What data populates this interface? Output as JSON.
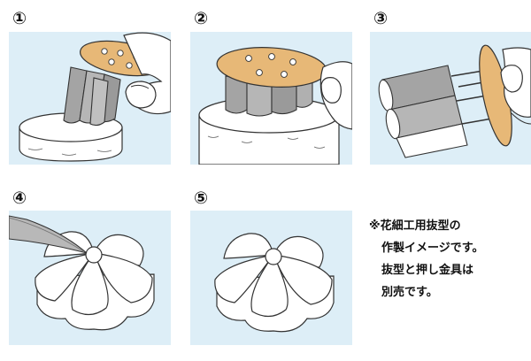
{
  "steps": [
    {
      "num": "①"
    },
    {
      "num": "②"
    },
    {
      "num": "③"
    },
    {
      "num": "④"
    },
    {
      "num": "⑤"
    }
  ],
  "note": {
    "lines": [
      "※花細工用抜型の",
      "作製イメージです。",
      "抜型と押し金具は",
      "別売です。"
    ]
  },
  "colors": {
    "panel_bg": "#ddeef7",
    "plunger": "#e7b877",
    "cutter": "#a4a4a4",
    "dough": "#ffffff",
    "knife": "#b8b8b8",
    "skin": "#ffffff"
  }
}
